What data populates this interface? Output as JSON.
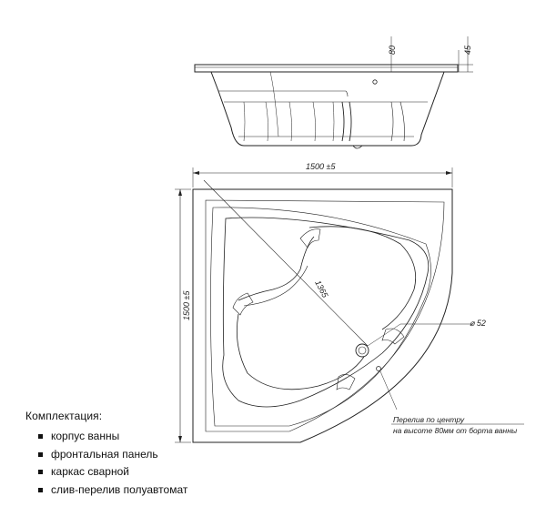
{
  "dimensions": {
    "width": "1500 ±5",
    "depth": "1500 ±5",
    "diagonal": "1365",
    "rim_height": "80",
    "edge_height": "45",
    "drain_diameter": "⌀ 52"
  },
  "overflow_note": {
    "line1": "Перелив по центру",
    "line2": "на высоте 80мм от борта ванны"
  },
  "kit": {
    "title": "Комплектация:",
    "items": [
      "корпус ванны",
      "фронтальная панель",
      "каркас сварной",
      "слив-перелив полуавтомат"
    ]
  }
}
